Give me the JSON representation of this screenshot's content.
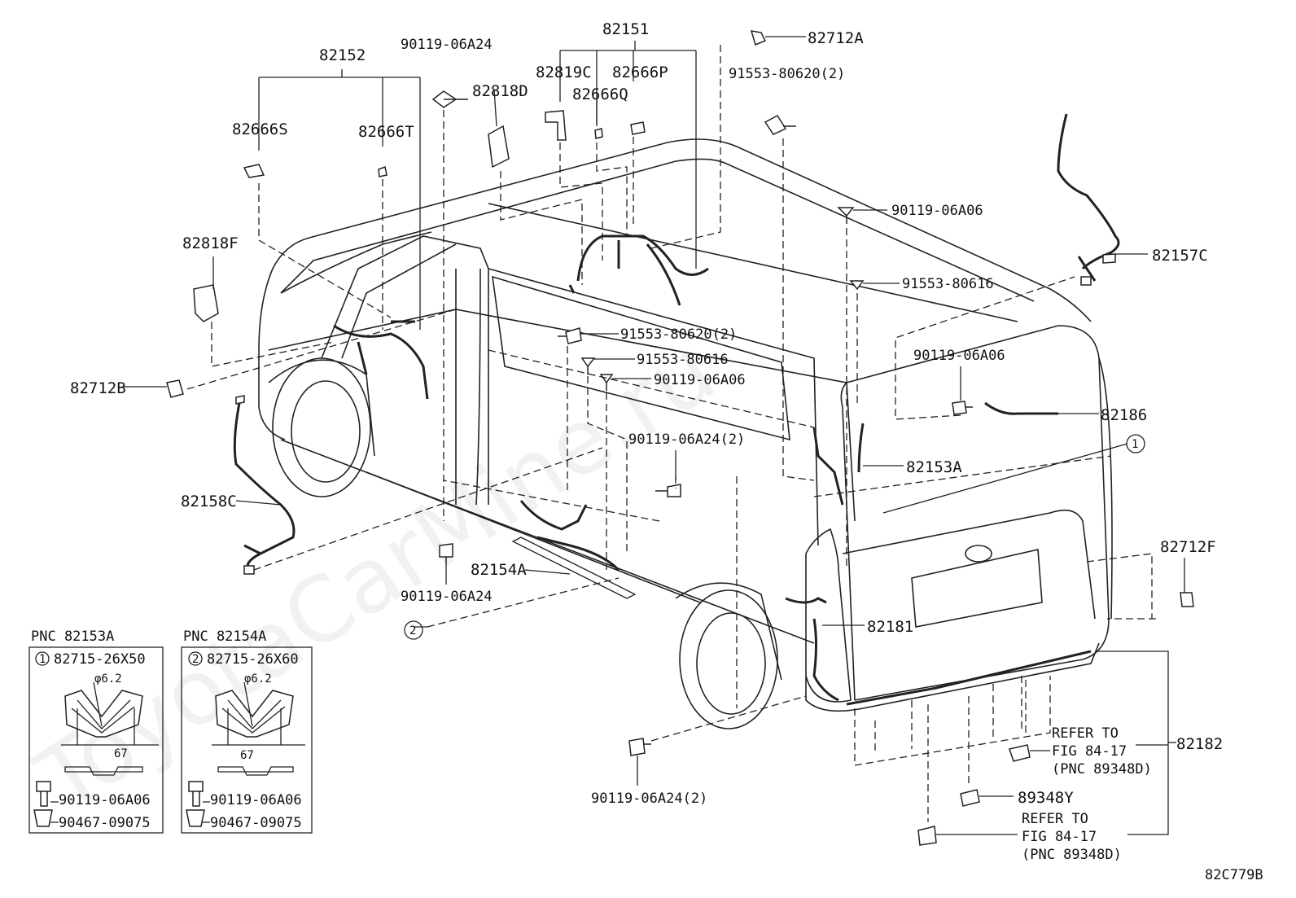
{
  "watermark": "ToyotaCarMine.ru",
  "figure_code": "82C779B",
  "labels": {
    "p82151": "82151",
    "p82152": "82152",
    "p82712A": "82712A",
    "p82712B": "82712B",
    "p82712F": "82712F",
    "p82819C": "82819C",
    "p82666P": "82666P",
    "p82666Q": "82666Q",
    "p82666S": "82666S",
    "p82666T": "82666T",
    "p82818D": "82818D",
    "p82818F": "82818F",
    "p82157C": "82157C",
    "p82158C": "82158C",
    "p82153A": "82153A",
    "p82154A": "82154A",
    "p82186": "82186",
    "p82181": "82181",
    "p82182": "82182",
    "p89348Y": "89348Y",
    "b_top": "90119-06A24",
    "b_9155380620_top": "91553-80620(2)",
    "b_90119_06A06_a": "90119-06A06",
    "b_91553_80616_a": "91553-80616",
    "b_9155380620_mid": "91553-80620(2)",
    "b_91553_80616_b": "91553-80616",
    "b_90119_06A06_b": "90119-06A06",
    "b_90119_06A06_c": "90119-06A06",
    "b_90119_06A24_2a": "90119-06A24(2)",
    "b_90119_06A24_bottom": "90119-06A24",
    "b_90119_06A24_2b": "90119-06A24(2)",
    "refer1": [
      "REFER TO",
      "FIG 84-17",
      "(PNC 89348D)"
    ],
    "refer2": [
      "REFER TO",
      "FIG 84-17",
      "(PNC 89348D)"
    ]
  },
  "callouts": {
    "c1": "1",
    "c2": "2"
  },
  "inset1": {
    "title": "PNC 82153A",
    "num": "1",
    "part": "82715-26X50",
    "dia": "φ6.2",
    "dim": "67",
    "bolt": "90119-06A06",
    "clip": "90467-09075"
  },
  "inset2": {
    "title": "PNC 82154A",
    "num": "2",
    "part": "82715-26X60",
    "dia": "φ6.2",
    "dim": "67",
    "bolt": "90119-06A06",
    "clip": "90467-09075"
  }
}
